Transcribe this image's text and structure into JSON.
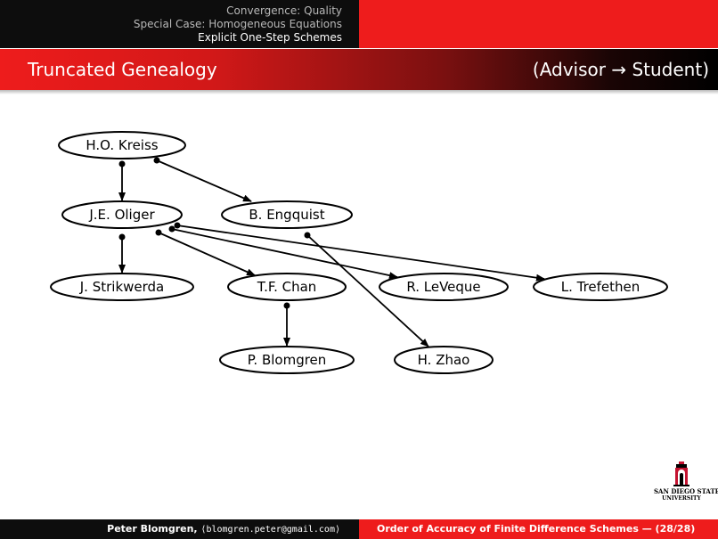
{
  "nav": {
    "lines": [
      "Convergence: Quality",
      "Special Case: Homogeneous Equations",
      "Explicit One-Step Schemes"
    ]
  },
  "frame": {
    "title": "Truncated Genealogy",
    "subtitle": "(Advisor → Student)"
  },
  "diagram": {
    "nodes": [
      {
        "id": "kreiss",
        "label": "H.O. Kreiss"
      },
      {
        "id": "oliger",
        "label": "J.E. Oliger"
      },
      {
        "id": "engquist",
        "label": "B. Engquist"
      },
      {
        "id": "strikwerda",
        "label": "J. Strikwerda"
      },
      {
        "id": "chan",
        "label": "T.F. Chan"
      },
      {
        "id": "leveque",
        "label": "R. LeVeque"
      },
      {
        "id": "trefethen",
        "label": "L. Trefethen"
      },
      {
        "id": "blomgren",
        "label": "P. Blomgren"
      },
      {
        "id": "zhao",
        "label": "H. Zhao"
      }
    ],
    "edges": [
      {
        "from": "kreiss",
        "to": "oliger"
      },
      {
        "from": "kreiss",
        "to": "engquist"
      },
      {
        "from": "oliger",
        "to": "strikwerda"
      },
      {
        "from": "oliger",
        "to": "chan"
      },
      {
        "from": "oliger",
        "to": "leveque"
      },
      {
        "from": "oliger",
        "to": "trefethen"
      },
      {
        "from": "engquist",
        "to": "zhao"
      },
      {
        "from": "chan",
        "to": "blomgren"
      }
    ]
  },
  "logo": {
    "line1": "SAN DIEGO STATE",
    "line2": "UNIVERSITY",
    "colors": {
      "red": "#c41230",
      "black": "#000000"
    }
  },
  "footer": {
    "author": "Peter Blomgren,",
    "email": "⟨blomgren.peter@gmail.com⟩",
    "talk": "Order of Accuracy of Finite Difference Schemes — (28/28)"
  },
  "colors": {
    "accent_red": "#ee1c1c",
    "dark": "#0d0d0d",
    "nav_inactive": "#b8b8b8"
  }
}
